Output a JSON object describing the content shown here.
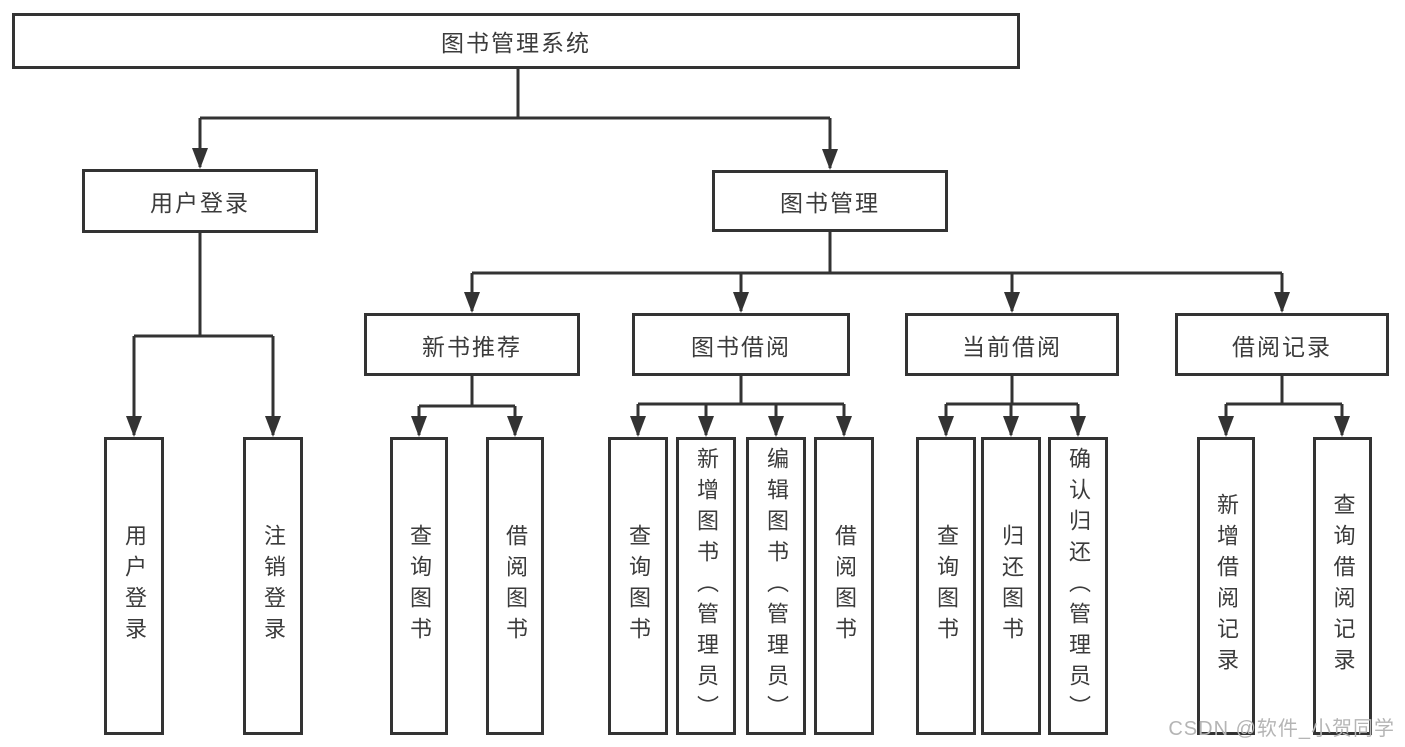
{
  "diagram": {
    "title_node": "图书管理系统",
    "level2": {
      "user_login": "用户登录",
      "book_mgmt": "图书管理"
    },
    "level3": {
      "new_book_rec": "新书推荐",
      "book_borrow": "图书借阅",
      "current_borrow": "当前借阅",
      "borrow_records": "借阅记录"
    },
    "leaves": {
      "user_login": "用户登录",
      "logout": "注销登录",
      "newbook_query": "查询图书",
      "newbook_borrow": "借阅图书",
      "borrow_query": "查询图书",
      "borrow_add": "新增图书（管理员）",
      "borrow_edit": "编辑图书（管理员）",
      "borrow_borrow": "借阅图书",
      "current_query": "查询图书",
      "current_return": "归还图书",
      "current_confirm": "确认归还（管理员）",
      "records_add": "新增借阅记录",
      "records_query": "查询借阅记录"
    },
    "watermark": "CSDN @软件_小贺同学",
    "colors": {
      "line": "#333333",
      "text": "#3b3b3b",
      "watermark": "#b5b5b5",
      "background": "#ffffff"
    }
  }
}
